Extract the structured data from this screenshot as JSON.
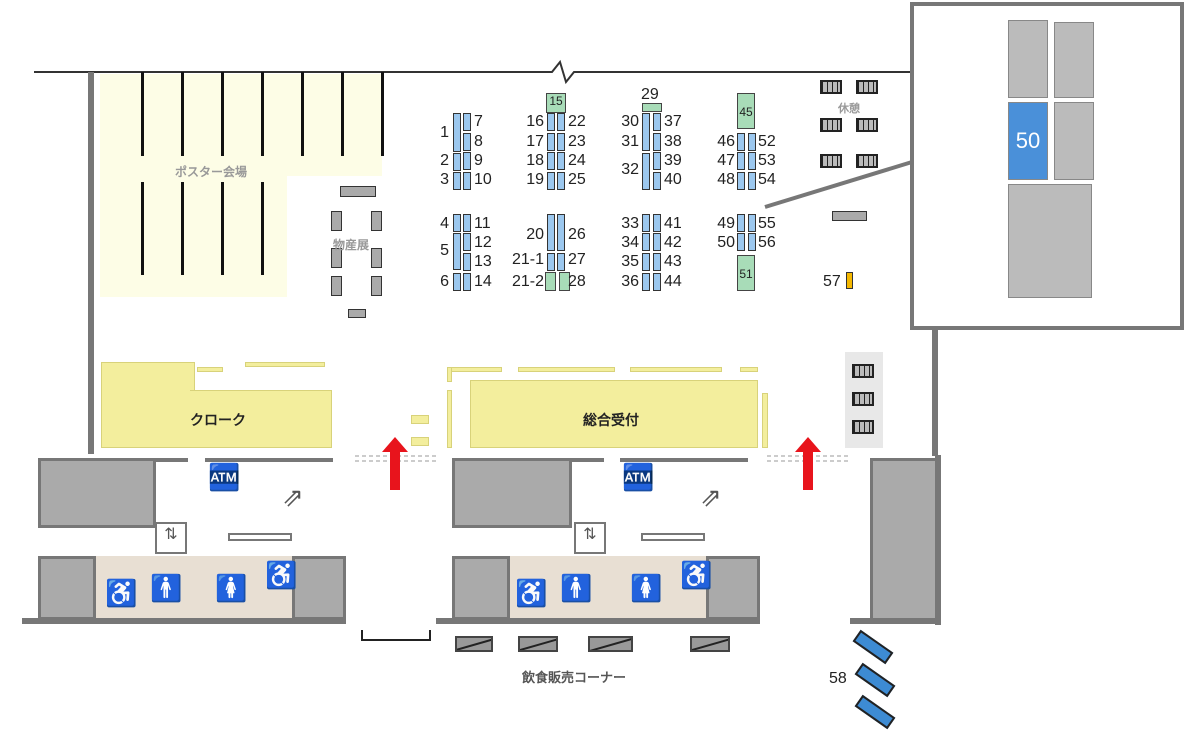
{
  "areas": {
    "poster": "ポスター会場",
    "products": "物産展",
    "rest": "休憩",
    "cloak": "クローク",
    "reception": "総合受付",
    "food": "飲食販売コーナー"
  },
  "booths": {
    "b1": "1",
    "b2": "2",
    "b3": "3",
    "b4": "4",
    "b5": "5",
    "b6": "6",
    "b7": "7",
    "b8": "8",
    "b9": "9",
    "b10": "10",
    "b11": "11",
    "b12": "12",
    "b13": "13",
    "b14": "14",
    "b15": "15",
    "b16": "16",
    "b17": "17",
    "b18": "18",
    "b19": "19",
    "b20": "20",
    "b21_1": "21-1",
    "b21_2": "21-2",
    "b22": "22",
    "b23": "23",
    "b24": "24",
    "b25": "25",
    "b26": "26",
    "b27": "27",
    "b28": "28",
    "b29": "29",
    "b30": "30",
    "b31": "31",
    "b32": "32",
    "b33": "33",
    "b34": "34",
    "b35": "35",
    "b36": "36",
    "b37": "37",
    "b38": "38",
    "b39": "39",
    "b40": "40",
    "b41": "41",
    "b42": "42",
    "b43": "43",
    "b44": "44",
    "b45": "45",
    "b46": "46",
    "b47": "47",
    "b48": "48",
    "b49": "49",
    "b50": "50",
    "b51": "51",
    "b52": "52",
    "b53": "53",
    "b54": "54",
    "b55": "55",
    "b56": "56",
    "b57": "57",
    "b58": "58"
  },
  "inset": {
    "highlight": "50"
  },
  "colors": {
    "booth": "#9cc8ef",
    "special": "#a8dcb8",
    "highlight": "#4a90d9",
    "arrow": "#e8141c",
    "yellow": "#f3ee9d",
    "b57": "#f5b800"
  }
}
